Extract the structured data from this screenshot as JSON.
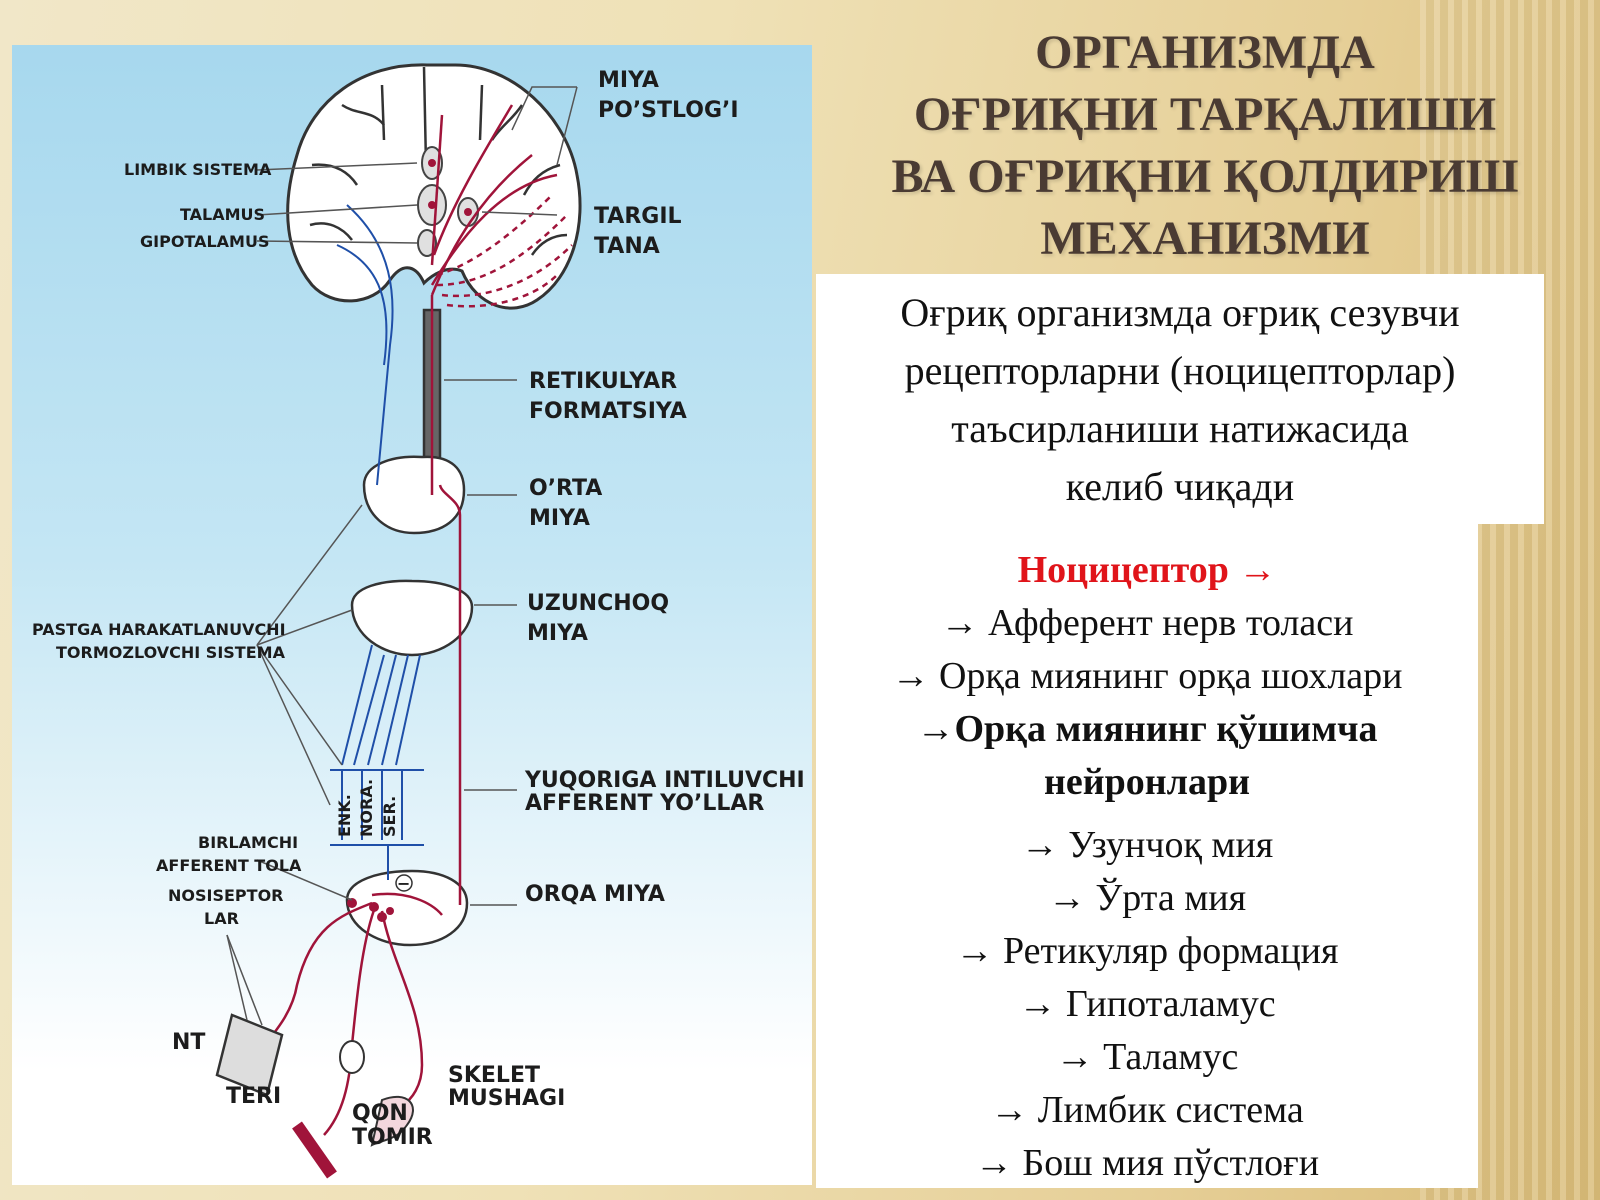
{
  "title": {
    "lines": [
      "ОРГАНИЗМДА",
      "ОҒРИҚНИ ТАРҚАЛИШИ",
      "ВА ОҒРИҚНИ ҚОЛДИРИШ",
      "МЕХАНИЗМИ"
    ]
  },
  "intro": {
    "lines": [
      "Оғриқ  организмда оғриқ сезувчи",
      "рецепторларни (ноцицепторлар)",
      "таъсирланиши  натижасида",
      "келиб чиқади"
    ]
  },
  "chain": {
    "head": "Ноцицептор  →",
    "steps": [
      "→ Афферент нерв толаси",
      "→ Орқа миянинг орқа шохлари",
      "→Орқа миянинг қўшимча",
      "нейронлари",
      "→ Узунчоқ мия",
      "→ Ўрта мия",
      "→ Ретикуляр формация",
      "→ Гипоталамус",
      "→ Таламус",
      "→ Лимбик система",
      "→ Бош мия пўстлоғи"
    ]
  },
  "diagram": {
    "labels": {
      "miya": "MIYA",
      "postlog": "PO’STLOG’I",
      "limbik": "LIMBIK SISTEMA",
      "talamus": "TALAMUS",
      "gipotalamus": "GIPOTALAMUS",
      "targil": "TARGIL",
      "tana": "TANA",
      "retikulyar": "RETIKULYAR",
      "formatsiya": "FORMATSIYA",
      "orta": "O’RTA",
      "orta_miya": "MIYA",
      "uzunchoq": "UZUNCHOQ",
      "uzunchoq_miya": "MIYA",
      "pastga1": "PASTGA HARAKATLANUVCHI",
      "pastga2": "TORMOZLOVCHI SISTEMA",
      "enk": "ENK.",
      "nora": "NORA.",
      "ser": "SER.",
      "yuqoriga1": "YUQORIGA INTILUVCHI",
      "yuqoriga2": "AFFERENT YO’LLAR",
      "birlamchi1": "BIRLAMCHI",
      "birlamchi2": "AFFERENT TOLA",
      "nosiseptor1": "NOSISEPTOR",
      "nosiseptor2": "LAR",
      "orqa_miya": "ORQA MIYA",
      "nt": "NT",
      "teri": "TERI",
      "qon": "QON",
      "tomir": "TOMIR",
      "skelet": "SKELET",
      "mushagi": "MUSHAGI",
      "minus": "−"
    },
    "colors": {
      "pathway": "#a0143a",
      "outline": "#333333",
      "descending": "#1f4fa8"
    }
  }
}
